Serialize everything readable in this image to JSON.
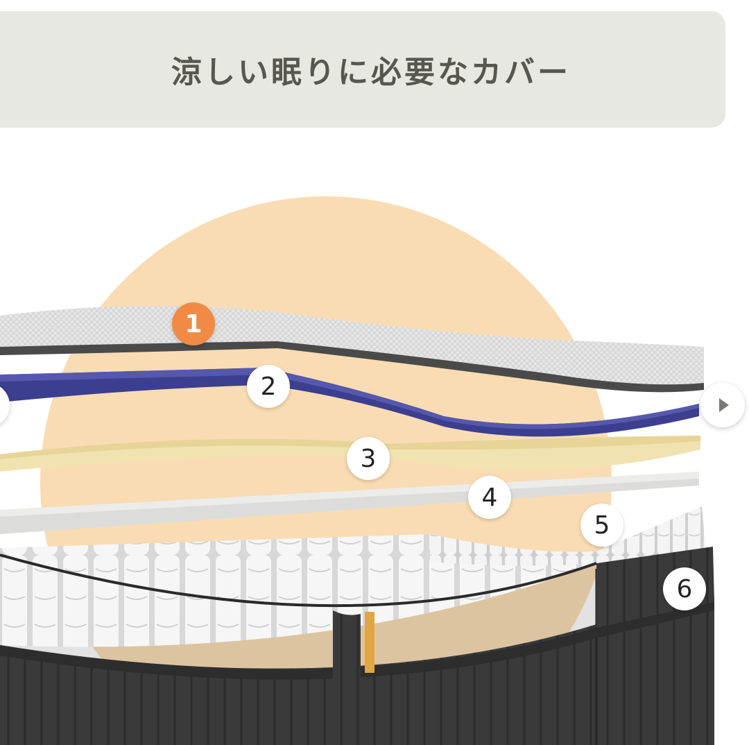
{
  "header": {
    "title": "涼しい眠りに必要なカバー"
  },
  "layers": {
    "active_index": 1,
    "badges": [
      {
        "label": "1"
      },
      {
        "label": "2"
      },
      {
        "label": "3"
      },
      {
        "label": "4"
      },
      {
        "label": "5"
      },
      {
        "label": "6"
      }
    ]
  },
  "colors": {
    "header_bg": "#e8e8e3",
    "title": "#575750",
    "circle_bg": "#f9dcb3",
    "active_badge": "#f08a45",
    "layer_cover": "#e9e9e9",
    "layer_blue": "#3c3f8f",
    "layer_yellow": "#f1e3b0",
    "layer_grey": "#dcdcdb",
    "springs": "#efefef",
    "base": "#3b3b3b",
    "tag": "#e0a642"
  },
  "nav": {
    "next_icon": "play-triangle-icon",
    "prev_icon": "chevron-left-icon"
  }
}
